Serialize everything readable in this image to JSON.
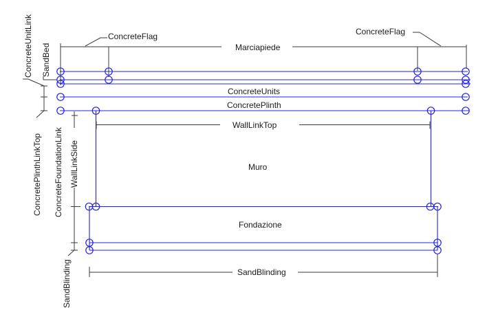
{
  "diagram": {
    "labels": {
      "concrete_unit_link": "ConcreteUnitLink",
      "sand_bed": "SandBed",
      "concrete_flag_left": "ConcreteFlag",
      "concrete_flag_right": "ConcreteFlag",
      "marciapiede": "Marciapiede",
      "concrete_units": "ConcreteUnits",
      "concrete_plinth": "ConcretePlinth",
      "concrete_plinth_link_top": "ConcretePlinthLinkTop",
      "concrete_foundation_link": "ConcreteFoundationLink",
      "wall_link_side": "WallLinkSide",
      "wall_link_top": "WallLinkTop",
      "muro": "Muro",
      "fondazione": "Fondazione",
      "sand_blinding_left": "SandBlinding",
      "sand_blinding_bottom": "SandBlinding"
    },
    "colors": {
      "geometry": "#2020ee",
      "annotation": "#3a3a3a",
      "text": "#1a1a1a",
      "background": "#ffffff"
    }
  }
}
